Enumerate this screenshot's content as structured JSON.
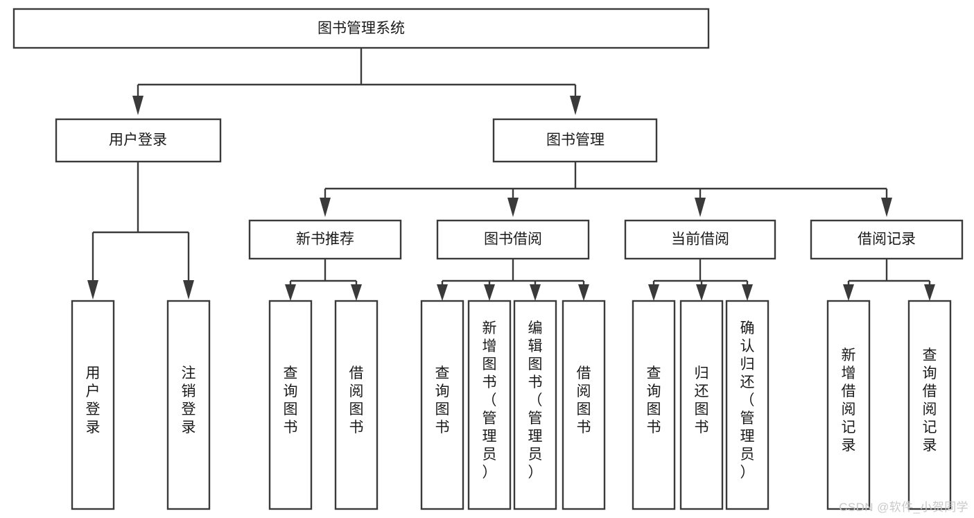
{
  "diagram": {
    "type": "tree-hierarchy-chart",
    "title": "图书管理系统",
    "watermark": "CSDN @软件_小贺同学",
    "colors": {
      "stroke": "#3a3a3a",
      "fill": "#ffffff",
      "text": "#1a1a1a",
      "watermark": "#c9c9c9",
      "background": "#ffffff"
    },
    "levels": {
      "level1": [
        "图书管理系统"
      ],
      "level2": [
        "用户登录",
        "图书管理"
      ],
      "level3": [
        "新书推荐",
        "图书借阅",
        "当前借阅",
        "借阅记录"
      ],
      "level4": [
        "用户登录",
        "注销登录",
        "查询图书",
        "借阅图书",
        "查询图书",
        "新增图书（管理员）",
        "编辑图书（管理员）",
        "借阅图书",
        "查询图书",
        "归还图书",
        "确认归还（管理员）",
        "新增借阅记录",
        "查询借阅记录"
      ]
    },
    "root": {
      "id": "root",
      "label": "图书管理系统"
    },
    "branches": [
      {
        "id": "user-login",
        "label": "用户登录",
        "children": [
          {
            "id": "leaf-user-login",
            "label": "用户登录"
          },
          {
            "id": "leaf-user-logout",
            "label": "注销登录"
          }
        ]
      },
      {
        "id": "book-manage",
        "label": "图书管理",
        "groups": [
          {
            "id": "new-book-rec",
            "label": "新书推荐",
            "children": [
              {
                "id": "rec-query-book",
                "label": "查询图书"
              },
              {
                "id": "rec-borrow-book",
                "label": "借阅图书"
              }
            ]
          },
          {
            "id": "book-borrow",
            "label": "图书借阅",
            "children": [
              {
                "id": "bb-query-book",
                "label": "查询图书"
              },
              {
                "id": "bb-add-book",
                "label": "新增图书（管理员）"
              },
              {
                "id": "bb-edit-book",
                "label": "编辑图书（管理员）"
              },
              {
                "id": "bb-borrow-book",
                "label": "借阅图书"
              }
            ]
          },
          {
            "id": "current-borrow",
            "label": "当前借阅",
            "children": [
              {
                "id": "cb-query-book",
                "label": "查询图书"
              },
              {
                "id": "cb-return-book",
                "label": "归还图书"
              },
              {
                "id": "cb-confirm-return",
                "label": "确认归还（管理员）"
              }
            ]
          },
          {
            "id": "borrow-record",
            "label": "借阅记录",
            "children": [
              {
                "id": "br-add-record",
                "label": "新增借阅记录"
              },
              {
                "id": "br-query-record",
                "label": "查询借阅记录"
              }
            ]
          }
        ]
      }
    ]
  }
}
